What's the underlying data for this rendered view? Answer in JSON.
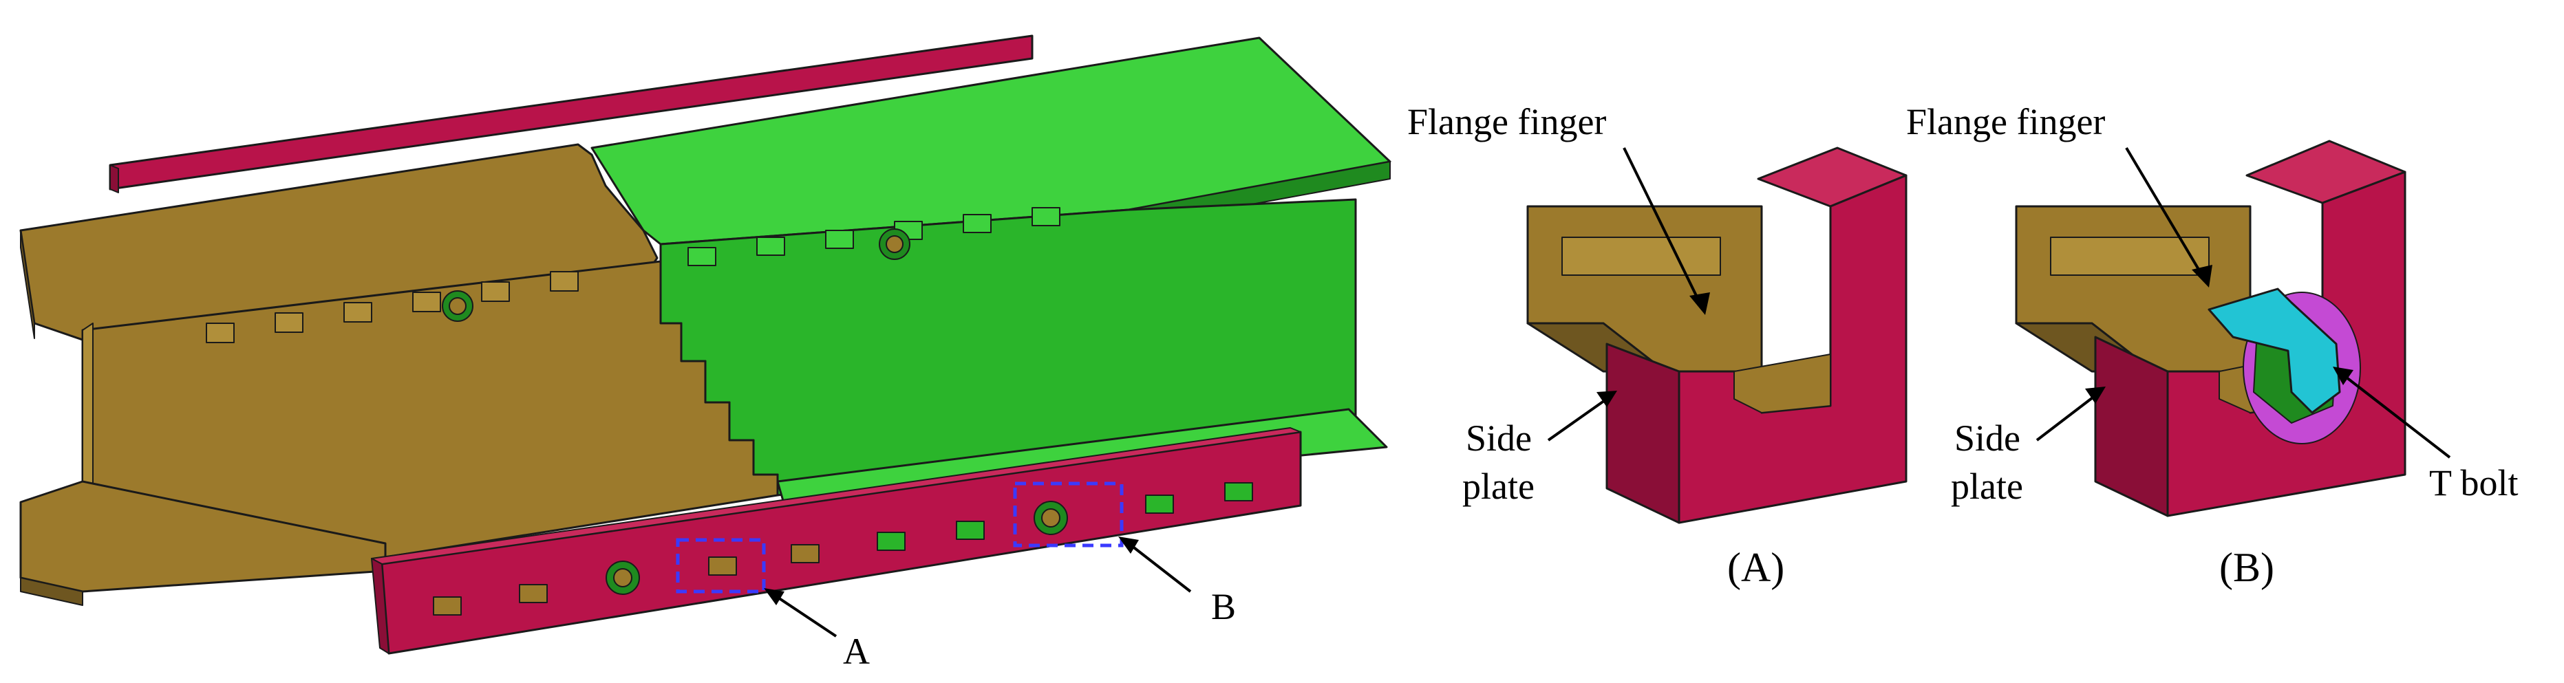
{
  "colors": {
    "olive": "#9c7a2c",
    "olive_light": "#b08f3a",
    "olive_dark": "#6e5620",
    "green": "#2ab52a",
    "green_light": "#3ed23e",
    "green_dark": "#1f8a1f",
    "crimson": "#b8134a",
    "crimson_dark": "#8a0e37",
    "crimson_light": "#c92a5c",
    "cyan": "#22c4d4",
    "magenta": "#c44ad4",
    "dashed_box": "#3a3aff"
  },
  "labels": {
    "marker_a": "A",
    "marker_b": "B",
    "flange_finger_a": "Flange finger",
    "flange_finger_b": "Flange finger",
    "side_a_line1": "Side",
    "side_a_line2": "plate",
    "side_b_line1": "Side",
    "side_b_line2": "plate",
    "t_bolt": "T bolt",
    "caption_a": "(A)",
    "caption_b": "(B)"
  }
}
